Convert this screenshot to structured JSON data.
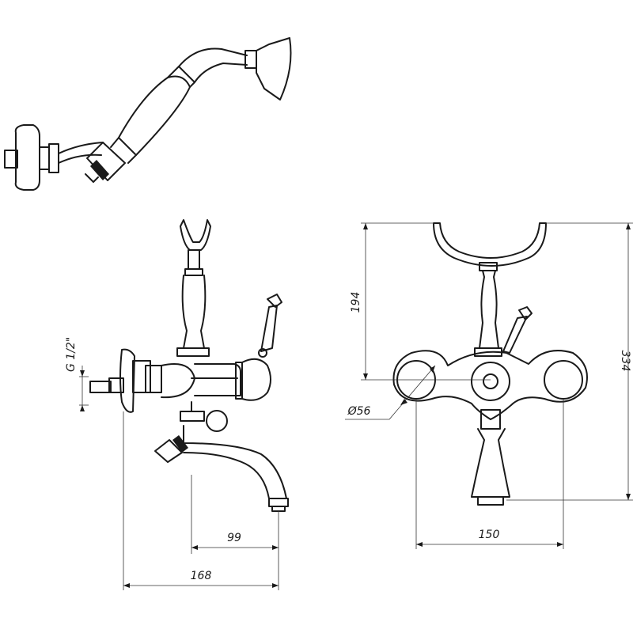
{
  "dimensions": {
    "thread": "G 1/2\"",
    "dim_99": "99",
    "dim_168": "168",
    "dim_194": "194",
    "dim_334": "334",
    "dim_diameter": "Ø56",
    "dim_150": "150"
  }
}
